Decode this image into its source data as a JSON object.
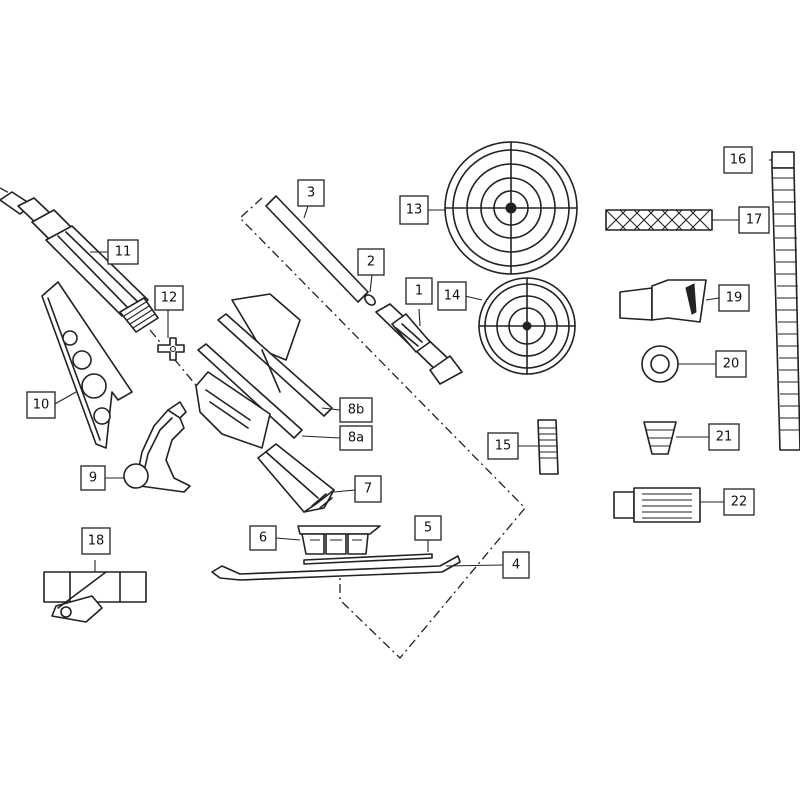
{
  "callouts": {
    "c1": "1",
    "c2": "2",
    "c3": "3",
    "c4": "4",
    "c5": "5",
    "c6": "6",
    "c7": "7",
    "c8a": "8a",
    "c8b": "8b",
    "c9": "9",
    "c10": "10",
    "c11": "11",
    "c12": "12",
    "c13": "13",
    "c14": "14",
    "c15": "15",
    "c16": "16",
    "c17": "17",
    "c18": "18",
    "c19": "19",
    "c20": "20",
    "c21": "21",
    "c22": "22"
  }
}
